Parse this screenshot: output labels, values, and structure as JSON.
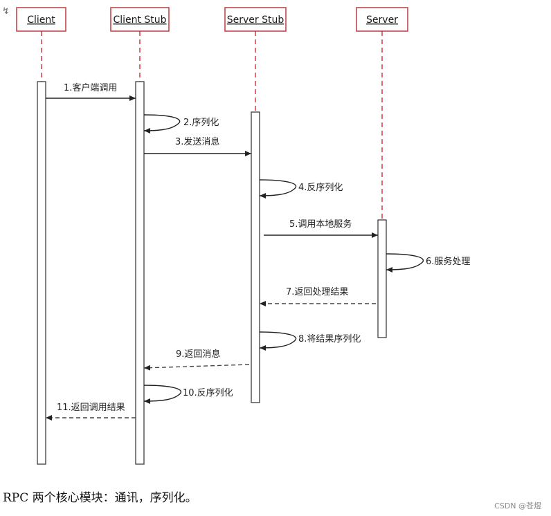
{
  "participants": [
    {
      "id": "client",
      "label": "Client"
    },
    {
      "id": "client_stub",
      "label": "Client Stub"
    },
    {
      "id": "server_stub",
      "label": "Server Stub"
    },
    {
      "id": "server",
      "label": "Server"
    }
  ],
  "messages": [
    {
      "label": "1.客户端调用",
      "from": "client",
      "to": "client_stub",
      "style": "solid"
    },
    {
      "label": "2.序列化",
      "from": "client_stub",
      "to": "client_stub",
      "style": "self"
    },
    {
      "label": "3.发送消息",
      "from": "client_stub",
      "to": "server_stub",
      "style": "solid"
    },
    {
      "label": "4.反序列化",
      "from": "server_stub",
      "to": "server_stub",
      "style": "self"
    },
    {
      "label": "5.调用本地服务",
      "from": "server_stub",
      "to": "server",
      "style": "solid"
    },
    {
      "label": "6.服务处理",
      "from": "server",
      "to": "server",
      "style": "self"
    },
    {
      "label": "7.返回处理结果",
      "from": "server",
      "to": "server_stub",
      "style": "dashed"
    },
    {
      "label": "8.将结果序列化",
      "from": "server_stub",
      "to": "server_stub",
      "style": "self"
    },
    {
      "label": "9.返回消息",
      "from": "server_stub",
      "to": "client_stub",
      "style": "dashed"
    },
    {
      "label": "10.反序列化",
      "from": "client_stub",
      "to": "client_stub",
      "style": "self"
    },
    {
      "label": "11.返回调用结果",
      "from": "client_stub",
      "to": "client",
      "style": "dashed"
    }
  ],
  "caption": "RPC 两个核心模块：通讯，序列化。",
  "watermark": "CSDN @苍煜"
}
